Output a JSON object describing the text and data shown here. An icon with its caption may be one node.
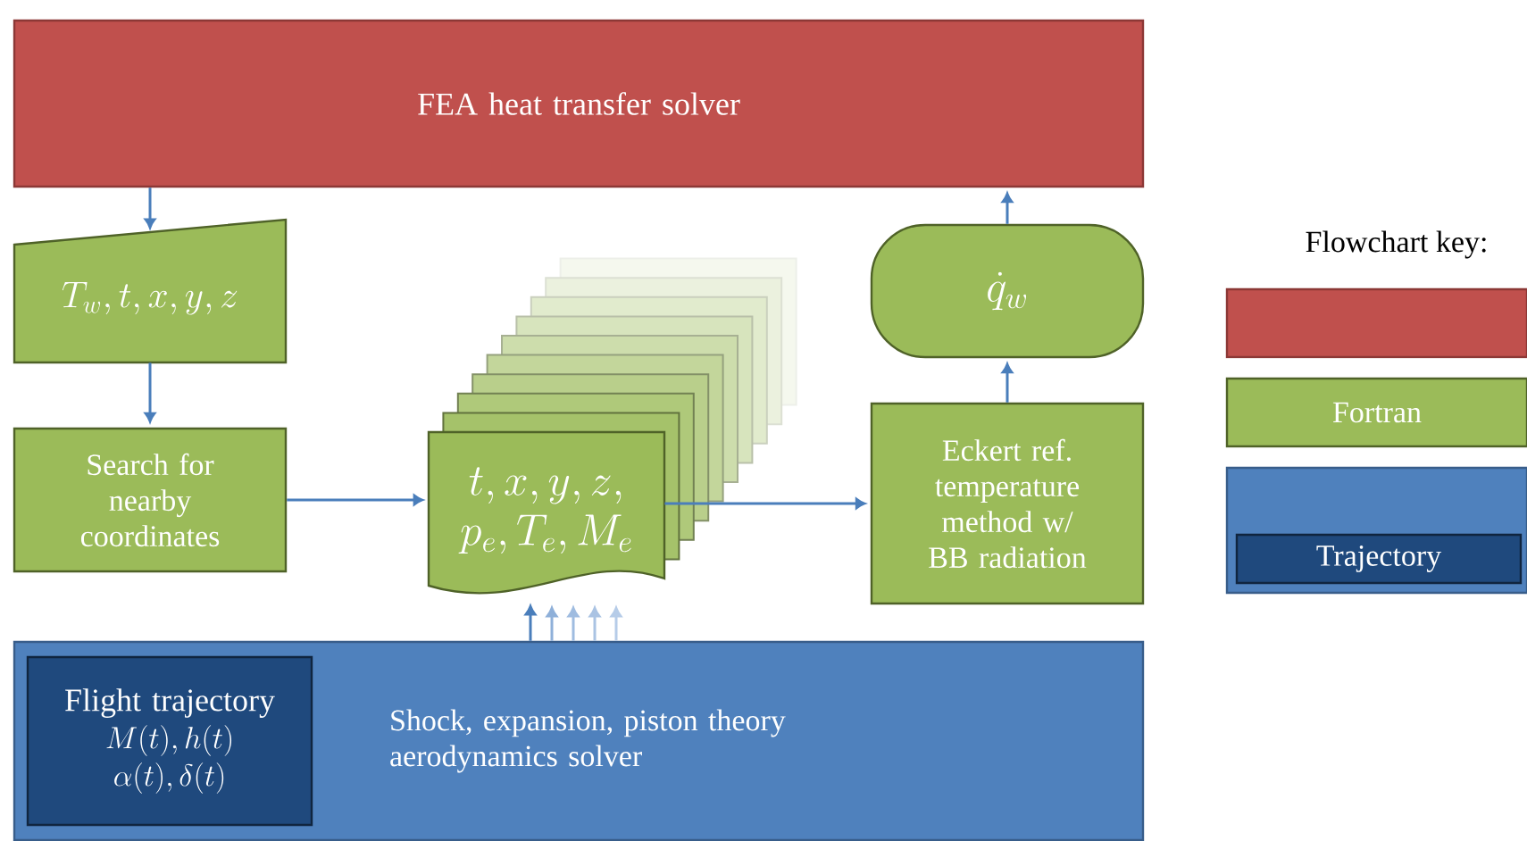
{
  "diagram": {
    "nodes": [
      {
        "text": [
          "FEA heat transfer solver"
        ]
      },
      {
        "text": [
          "T_w,t,x,y,z"
        ]
      },
      {
        "text": [
          "Search for nearby coordinates"
        ]
      },
      {
        "text": [
          "t,x,y,z,",
          "p_e,T_e,M_e"
        ]
      },
      {
        "text": [
          "Eckert ref. temperature method w/ BB radiation"
        ]
      },
      {
        "text": [
          "\\dot{q}_w"
        ]
      },
      {
        "text": [
          "Shock, expansion, piston theory aerodynamics solver"
        ]
      },
      {
        "text": [
          "Flight trajectory",
          "M(t),h(t)",
          "\\alpha(t),\\delta(t)"
        ],
        "in": 6
      },
      {
        "text": [],
        "shape": "box"
      },
      {
        "text": [
          "Fortran"
        ]
      },
      {
        "text": [],
        "shape": "box"
      },
      {
        "text": [
          "Trajectory"
        ],
        "in": 10
      }
    ],
    "edges": [
      {
        "from": 0,
        "to": 1,
        "arrow": "to"
      },
      {
        "from": 1,
        "to": 2,
        "arrow": "to"
      },
      {
        "from": 2,
        "to": 3,
        "arrow": "to"
      },
      {
        "from": 3,
        "to": 4,
        "arrow": "to"
      },
      {
        "from": 4,
        "to": 5,
        "arrow": "to"
      },
      {
        "from": 5,
        "to": 0,
        "arrow": "to"
      },
      {
        "from": 6,
        "to": 3,
        "arrow": "to"
      },
      {
        "from": 6,
        "to": 3,
        "arrow": "to",
        "color": "#8fb0d9"
      },
      {
        "from": 6,
        "to": 3,
        "arrow": "to",
        "color": "#9fbce0"
      },
      {
        "from": 6,
        "to": 3,
        "arrow": "to",
        "color": "#aac3e3"
      },
      {
        "from": 6,
        "to": 3,
        "arrow": "to",
        "color": "#b6cce8"
      }
    ],
    "labels": [
      "Flowchart key:"
    ]
  }
}
